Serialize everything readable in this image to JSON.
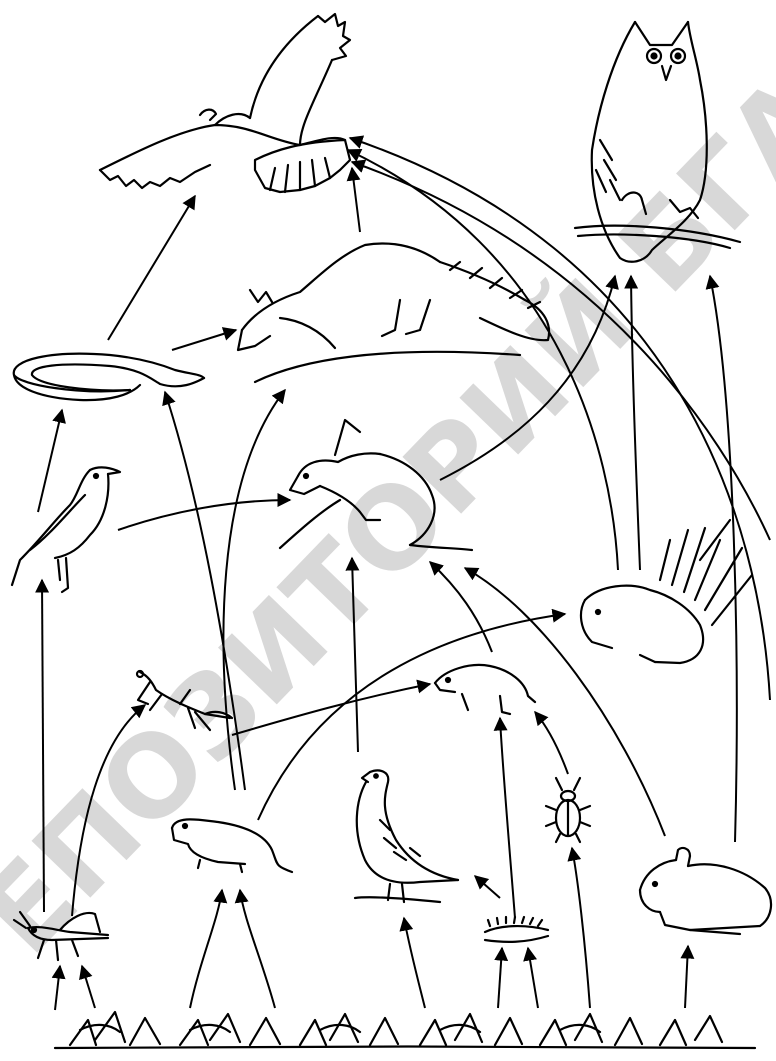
{
  "diagram": {
    "type": "food-web",
    "colors": {
      "line": "#000000",
      "background": "#ffffff",
      "watermark": "#b8b8b8"
    },
    "organisms": [
      {
        "id": "eagle",
        "icon": "eagle-icon"
      },
      {
        "id": "owl",
        "icon": "owl-icon"
      },
      {
        "id": "fox",
        "icon": "fox-icon"
      },
      {
        "id": "snake",
        "icon": "snake-icon"
      },
      {
        "id": "weasel",
        "icon": "weasel-icon"
      },
      {
        "id": "bird",
        "icon": "songbird-icon"
      },
      {
        "id": "hedgehog",
        "icon": "hedgehog-icon"
      },
      {
        "id": "mantis",
        "icon": "mantis-icon"
      },
      {
        "id": "shrew",
        "icon": "shrew-icon"
      },
      {
        "id": "vole",
        "icon": "vole-icon"
      },
      {
        "id": "partridge",
        "icon": "partridge-icon"
      },
      {
        "id": "beetle",
        "icon": "beetle-icon"
      },
      {
        "id": "caterpillar",
        "icon": "caterpillar-icon"
      },
      {
        "id": "grasshopper",
        "icon": "grasshopper-icon"
      },
      {
        "id": "rabbit",
        "icon": "rabbit-icon"
      },
      {
        "id": "grass",
        "icon": "grass-icon"
      }
    ],
    "links": [
      {
        "from": "snake",
        "to": "eagle"
      },
      {
        "from": "fox",
        "to": "eagle"
      },
      {
        "from": "weasel",
        "to": "eagle"
      },
      {
        "from": "hedgehog",
        "to": "eagle"
      },
      {
        "from": "snake",
        "to": "fox"
      },
      {
        "from": "vole",
        "to": "fox"
      },
      {
        "from": "vole",
        "to": "snake"
      },
      {
        "from": "bird",
        "to": "snake"
      },
      {
        "from": "bird",
        "to": "weasel"
      },
      {
        "from": "partridge",
        "to": "weasel"
      },
      {
        "from": "shrew",
        "to": "weasel"
      },
      {
        "from": "rabbit",
        "to": "weasel"
      },
      {
        "from": "weasel",
        "to": "owl"
      },
      {
        "from": "hedgehog",
        "to": "owl"
      },
      {
        "from": "rabbit",
        "to": "owl"
      },
      {
        "from": "rabbit",
        "to": "eagle"
      },
      {
        "from": "grasshopper",
        "to": "bird"
      },
      {
        "from": "grasshopper",
        "to": "mantis"
      },
      {
        "from": "mantis",
        "to": "shrew"
      },
      {
        "from": "vole",
        "to": "hedgehog"
      },
      {
        "from": "caterpillar",
        "to": "shrew"
      },
      {
        "from": "beetle",
        "to": "shrew"
      },
      {
        "from": "grass",
        "to": "grasshopper"
      },
      {
        "from": "grass",
        "to": "vole"
      },
      {
        "from": "grass",
        "to": "partridge"
      },
      {
        "from": "grass",
        "to": "caterpillar"
      },
      {
        "from": "grass",
        "to": "beetle"
      },
      {
        "from": "grass",
        "to": "rabbit"
      }
    ],
    "watermark": "ЕПОЗИТОРИЙ БГА"
  }
}
